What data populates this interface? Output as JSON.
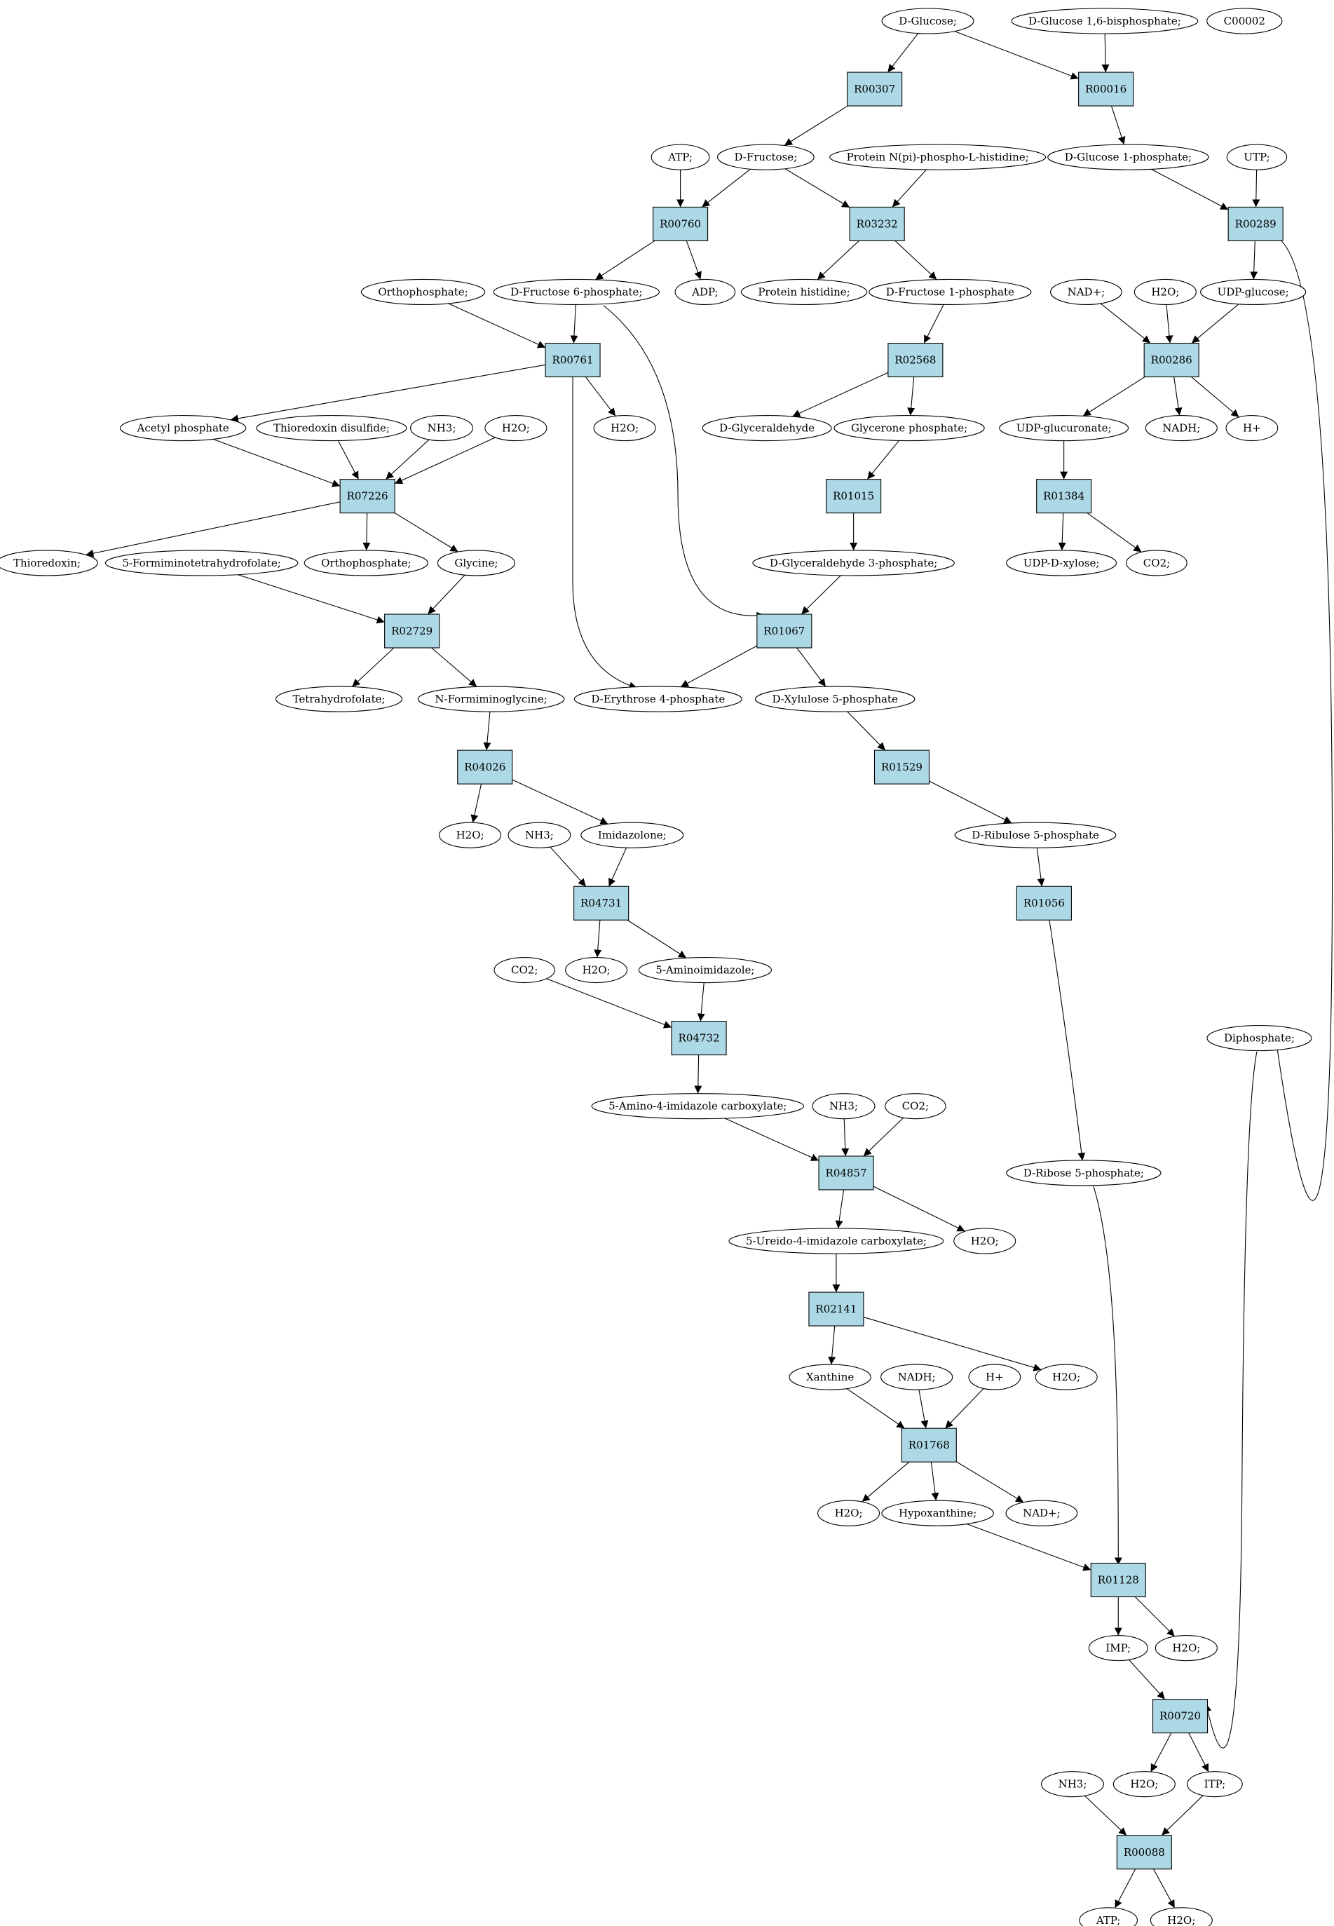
{
  "colors": {
    "reaction_fill": "#add8e6",
    "start_compound_fill": "#00ff00",
    "unconnected_compound_fill": "#ffff00",
    "compound_fill": "#ffffff",
    "edge": "#000000"
  },
  "nodes": {
    "n1": {
      "label": "D-Glucose;",
      "kind": "compound",
      "fill": "#00ff00"
    },
    "n2": {
      "label": "D-Glucose 1,6-bisphosphate;",
      "kind": "compound"
    },
    "n3": {
      "label": "C00002",
      "kind": "compound",
      "fill": "#ffff00"
    },
    "n4": {
      "label": "R00307",
      "kind": "reaction"
    },
    "n5": {
      "label": "R00016",
      "kind": "reaction"
    },
    "n6": {
      "label": "ATP;",
      "kind": "compound"
    },
    "n7": {
      "label": "D-Fructose;",
      "kind": "compound"
    },
    "n8": {
      "label": "Protein N(pi)-phospho-L-histidine;",
      "kind": "compound"
    },
    "n9": {
      "label": "D-Glucose 1-phosphate;",
      "kind": "compound"
    },
    "n10": {
      "label": "UTP;",
      "kind": "compound"
    },
    "n11": {
      "label": "R00760",
      "kind": "reaction"
    },
    "n12": {
      "label": "R03232",
      "kind": "reaction"
    },
    "n13": {
      "label": "R00289",
      "kind": "reaction"
    },
    "n14": {
      "label": "Orthophosphate;",
      "kind": "compound"
    },
    "n15": {
      "label": "D-Fructose 6-phosphate;",
      "kind": "compound"
    },
    "n16": {
      "label": "ADP;",
      "kind": "compound"
    },
    "n17": {
      "label": "Protein histidine;",
      "kind": "compound"
    },
    "n18": {
      "label": "D-Fructose 1-phosphate",
      "kind": "compound"
    },
    "n19": {
      "label": "NAD+;",
      "kind": "compound"
    },
    "n20": {
      "label": "H2O;",
      "kind": "compound"
    },
    "n21": {
      "label": "UDP-glucose;",
      "kind": "compound"
    },
    "n22": {
      "label": "R00761",
      "kind": "reaction"
    },
    "n23": {
      "label": "R02568",
      "kind": "reaction"
    },
    "n24": {
      "label": "R00286",
      "kind": "reaction"
    },
    "n25": {
      "label": "Acetyl phosphate",
      "kind": "compound"
    },
    "n26": {
      "label": "Thioredoxin disulfide;",
      "kind": "compound"
    },
    "n27": {
      "label": "NH3;",
      "kind": "compound"
    },
    "n28": {
      "label": "H2O;",
      "kind": "compound"
    },
    "n29": {
      "label": "H2O;",
      "kind": "compound"
    },
    "n30": {
      "label": "D-Glyceraldehyde",
      "kind": "compound"
    },
    "n31": {
      "label": "Glycerone phosphate;",
      "kind": "compound"
    },
    "n32": {
      "label": "UDP-glucuronate;",
      "kind": "compound"
    },
    "n33": {
      "label": "NADH;",
      "kind": "compound"
    },
    "n34": {
      "label": "H+",
      "kind": "compound"
    },
    "n35": {
      "label": "R07226",
      "kind": "reaction"
    },
    "n36": {
      "label": "R01015",
      "kind": "reaction"
    },
    "n37": {
      "label": "R01384",
      "kind": "reaction"
    },
    "n38": {
      "label": "Thioredoxin;",
      "kind": "compound"
    },
    "n39": {
      "label": "5-Formiminotetrahydrofolate;",
      "kind": "compound"
    },
    "n40": {
      "label": "Orthophosphate;",
      "kind": "compound"
    },
    "n41": {
      "label": "Glycine;",
      "kind": "compound"
    },
    "n42": {
      "label": "D-Glyceraldehyde 3-phosphate;",
      "kind": "compound"
    },
    "n43": {
      "label": "UDP-D-xylose;",
      "kind": "compound"
    },
    "n44": {
      "label": "CO2;",
      "kind": "compound"
    },
    "n45": {
      "label": "R02729",
      "kind": "reaction"
    },
    "n46": {
      "label": "R01067",
      "kind": "reaction"
    },
    "n47": {
      "label": "Tetrahydrofolate;",
      "kind": "compound"
    },
    "n48": {
      "label": "N-Formiminoglycine;",
      "kind": "compound"
    },
    "n49": {
      "label": "D-Erythrose 4-phosphate",
      "kind": "compound"
    },
    "n50": {
      "label": "D-Xylulose 5-phosphate",
      "kind": "compound"
    },
    "n51": {
      "label": "R04026",
      "kind": "reaction"
    },
    "n52": {
      "label": "R01529",
      "kind": "reaction"
    },
    "n53": {
      "label": "H2O;",
      "kind": "compound"
    },
    "n54": {
      "label": "NH3;",
      "kind": "compound"
    },
    "n55": {
      "label": "Imidazolone;",
      "kind": "compound"
    },
    "n56": {
      "label": "D-Ribulose 5-phosphate",
      "kind": "compound"
    },
    "n57": {
      "label": "R04731",
      "kind": "reaction"
    },
    "n58": {
      "label": "R01056",
      "kind": "reaction"
    },
    "n59": {
      "label": "CO2;",
      "kind": "compound"
    },
    "n60": {
      "label": "H2O;",
      "kind": "compound"
    },
    "n61": {
      "label": "5-Aminoimidazole;",
      "kind": "compound"
    },
    "n62": {
      "label": "R04732",
      "kind": "reaction"
    },
    "n63": {
      "label": "Diphosphate;",
      "kind": "compound"
    },
    "n64": {
      "label": "5-Amino-4-imidazole carboxylate;",
      "kind": "compound"
    },
    "n65": {
      "label": "NH3;",
      "kind": "compound"
    },
    "n66": {
      "label": "CO2;",
      "kind": "compound"
    },
    "n67": {
      "label": "D-Ribose 5-phosphate;",
      "kind": "compound"
    },
    "n68": {
      "label": "R04857",
      "kind": "reaction"
    },
    "n69": {
      "label": "5-Ureido-4-imidazole carboxylate;",
      "kind": "compound"
    },
    "n70": {
      "label": "H2O;",
      "kind": "compound"
    },
    "n71": {
      "label": "R02141",
      "kind": "reaction"
    },
    "n72": {
      "label": "Xanthine",
      "kind": "compound"
    },
    "n73": {
      "label": "NADH;",
      "kind": "compound"
    },
    "n74": {
      "label": "H+",
      "kind": "compound"
    },
    "n75": {
      "label": "H2O;",
      "kind": "compound"
    },
    "n76": {
      "label": "R01768",
      "kind": "reaction"
    },
    "n77": {
      "label": "H2O;",
      "kind": "compound"
    },
    "n78": {
      "label": "Hypoxanthine;",
      "kind": "compound"
    },
    "n79": {
      "label": "NAD+;",
      "kind": "compound"
    },
    "n80": {
      "label": "R01128",
      "kind": "reaction"
    },
    "n81": {
      "label": "IMP;",
      "kind": "compound"
    },
    "n82": {
      "label": "H2O;",
      "kind": "compound"
    },
    "n83": {
      "label": "R00720",
      "kind": "reaction"
    },
    "n84": {
      "label": "NH3;",
      "kind": "compound"
    },
    "n85": {
      "label": "H2O;",
      "kind": "compound"
    },
    "n86": {
      "label": "ITP;",
      "kind": "compound"
    },
    "n87": {
      "label": "R00088",
      "kind": "reaction"
    },
    "n88": {
      "label": "ATP;",
      "kind": "compound"
    },
    "n89": {
      "label": "H2O;",
      "kind": "compound"
    }
  },
  "edges": [
    [
      "n1",
      "n4"
    ],
    [
      "n1",
      "n5"
    ],
    [
      "n2",
      "n5"
    ],
    [
      "n4",
      "n7"
    ],
    [
      "n5",
      "n9"
    ],
    [
      "n6",
      "n11"
    ],
    [
      "n7",
      "n11"
    ],
    [
      "n7",
      "n12"
    ],
    [
      "n8",
      "n12"
    ],
    [
      "n9",
      "n13"
    ],
    [
      "n10",
      "n13"
    ],
    [
      "n11",
      "n15"
    ],
    [
      "n11",
      "n16"
    ],
    [
      "n12",
      "n17"
    ],
    [
      "n12",
      "n18"
    ],
    [
      "n13",
      "n21"
    ],
    [
      "n13",
      "n63"
    ],
    [
      "n14",
      "n22"
    ],
    [
      "n15",
      "n22"
    ],
    [
      "n15",
      "n46"
    ],
    [
      "n18",
      "n23"
    ],
    [
      "n19",
      "n24"
    ],
    [
      "n20",
      "n24"
    ],
    [
      "n21",
      "n24"
    ],
    [
      "n22",
      "n25"
    ],
    [
      "n22",
      "n29"
    ],
    [
      "n22",
      "n49"
    ],
    [
      "n23",
      "n30"
    ],
    [
      "n23",
      "n31"
    ],
    [
      "n24",
      "n32"
    ],
    [
      "n24",
      "n33"
    ],
    [
      "n24",
      "n34"
    ],
    [
      "n25",
      "n35"
    ],
    [
      "n26",
      "n35"
    ],
    [
      "n27",
      "n35"
    ],
    [
      "n28",
      "n35"
    ],
    [
      "n31",
      "n36"
    ],
    [
      "n32",
      "n37"
    ],
    [
      "n35",
      "n38"
    ],
    [
      "n35",
      "n40"
    ],
    [
      "n35",
      "n41"
    ],
    [
      "n36",
      "n42"
    ],
    [
      "n37",
      "n43"
    ],
    [
      "n37",
      "n44"
    ],
    [
      "n39",
      "n45"
    ],
    [
      "n41",
      "n45"
    ],
    [
      "n42",
      "n46"
    ],
    [
      "n45",
      "n47"
    ],
    [
      "n45",
      "n48"
    ],
    [
      "n46",
      "n49"
    ],
    [
      "n46",
      "n50"
    ],
    [
      "n48",
      "n51"
    ],
    [
      "n50",
      "n52"
    ],
    [
      "n51",
      "n53"
    ],
    [
      "n51",
      "n55"
    ],
    [
      "n52",
      "n56"
    ],
    [
      "n54",
      "n57"
    ],
    [
      "n55",
      "n57"
    ],
    [
      "n56",
      "n58"
    ],
    [
      "n57",
      "n60"
    ],
    [
      "n57",
      "n61"
    ],
    [
      "n58",
      "n67"
    ],
    [
      "n59",
      "n62"
    ],
    [
      "n61",
      "n62"
    ],
    [
      "n62",
      "n64"
    ],
    [
      "n64",
      "n68"
    ],
    [
      "n65",
      "n68"
    ],
    [
      "n66",
      "n68"
    ],
    [
      "n68",
      "n69"
    ],
    [
      "n68",
      "n70"
    ],
    [
      "n69",
      "n71"
    ],
    [
      "n71",
      "n72"
    ],
    [
      "n71",
      "n75"
    ],
    [
      "n72",
      "n76"
    ],
    [
      "n73",
      "n76"
    ],
    [
      "n74",
      "n76"
    ],
    [
      "n76",
      "n77"
    ],
    [
      "n76",
      "n78"
    ],
    [
      "n76",
      "n79"
    ],
    [
      "n78",
      "n80"
    ],
    [
      "n67",
      "n80"
    ],
    [
      "n80",
      "n81"
    ],
    [
      "n80",
      "n82"
    ],
    [
      "n81",
      "n83"
    ],
    [
      "n63",
      "n83"
    ],
    [
      "n83",
      "n85"
    ],
    [
      "n83",
      "n86"
    ],
    [
      "n84",
      "n87"
    ],
    [
      "n86",
      "n87"
    ],
    [
      "n87",
      "n88"
    ],
    [
      "n87",
      "n89"
    ]
  ]
}
